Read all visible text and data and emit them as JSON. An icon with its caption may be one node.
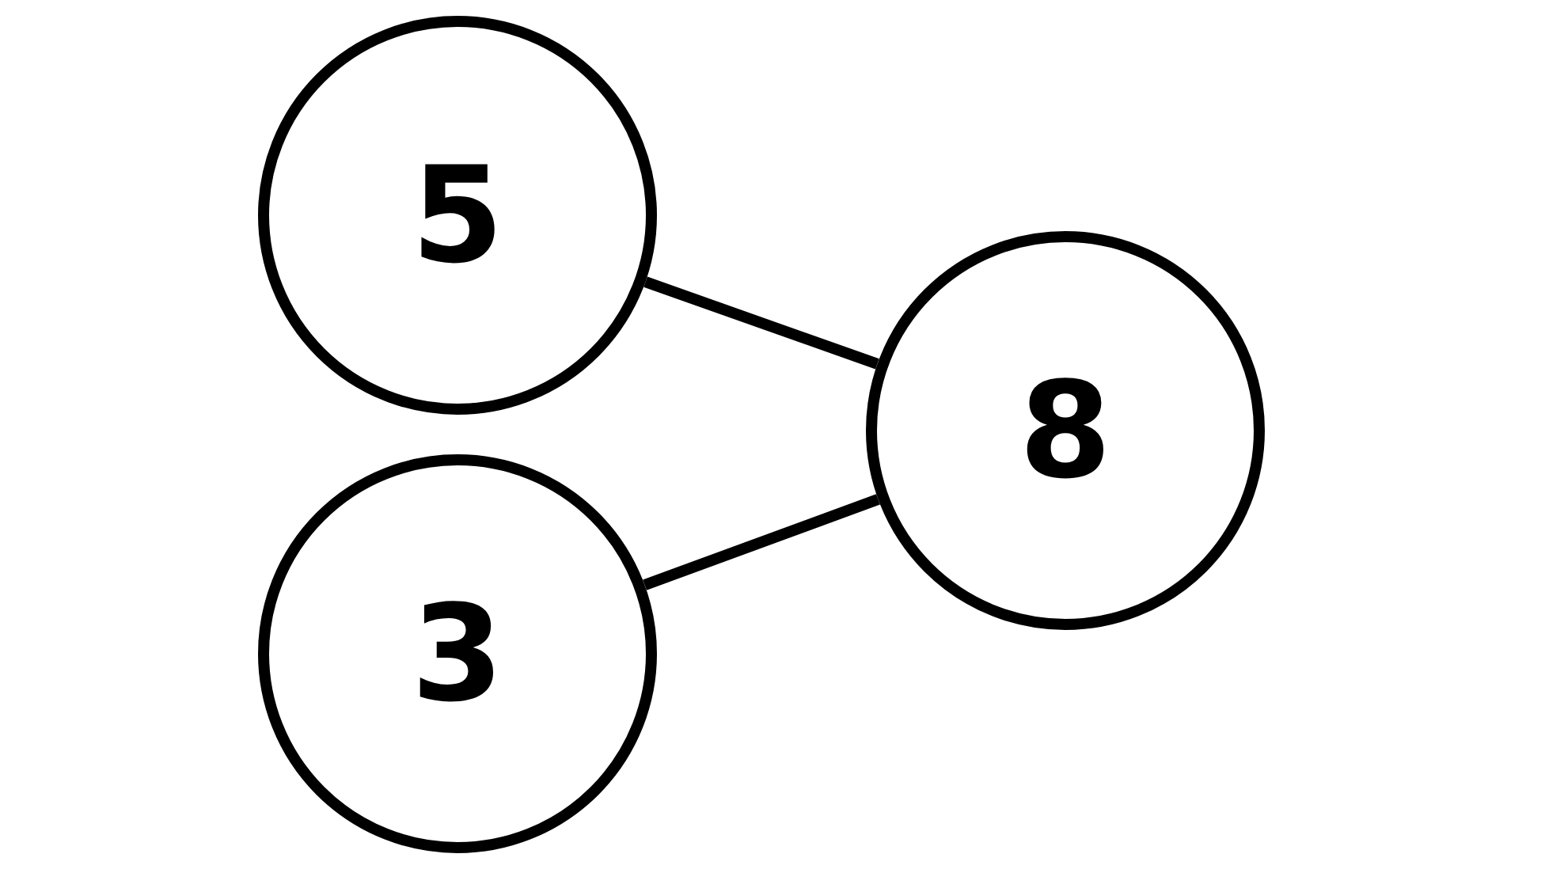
{
  "diagram": {
    "nodes": [
      {
        "text": [
          "5"
        ]
      },
      {
        "text": [
          "8"
        ]
      },
      {
        "text": [
          "3"
        ]
      }
    ],
    "edges": [
      {
        "from": 0,
        "to": 1,
        "arrow": "none"
      },
      {
        "from": 2,
        "to": 1,
        "arrow": "none"
      }
    ]
  }
}
